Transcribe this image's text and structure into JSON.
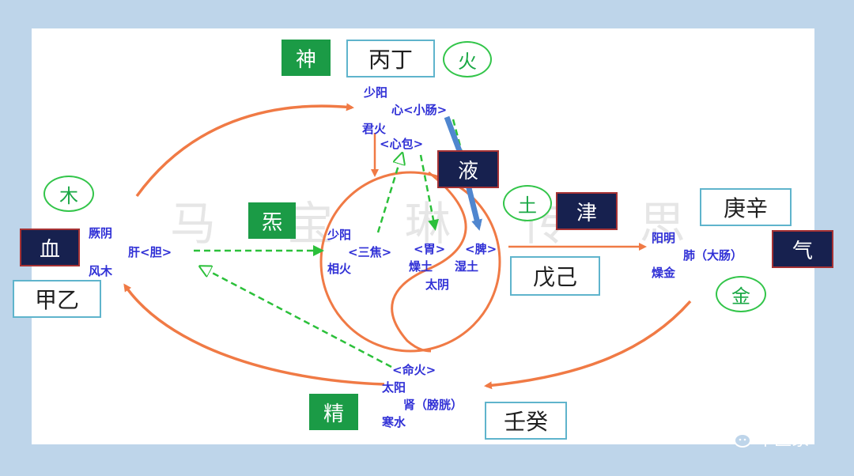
{
  "watermark": "马 宝 琳 传 思",
  "boxes": {
    "shen": "神",
    "bingding": "丙丁",
    "huo": "火",
    "mu": "木",
    "xue": "血",
    "jiayi": "甲乙",
    "qi_green": "炁",
    "ye": "液",
    "tu": "土",
    "jin_liquid": "津",
    "wuji": "戊己",
    "gengxin": "庚辛",
    "qi_navy": "气",
    "jin_metal": "金",
    "jing": "精",
    "rengui": "壬癸"
  },
  "labels": {
    "shaoyang_top": "少阳",
    "xin_xiaochang": "心<小肠>",
    "junhuo": "君火",
    "xinbao": "<心包>",
    "jueyin": "厥阴",
    "gan_dan": "肝<胆>",
    "fengmu": "风木",
    "shaoyang_mid": "少阳",
    "sanjiao": "<三焦>",
    "xianghuo": "相火",
    "wei": "<胃>",
    "pi": "<脾>",
    "zaotu": "燥土",
    "shitu": "湿土",
    "taiyin": "太阴",
    "yangming": "阳明",
    "fei_dachang": "肺（大肠）",
    "zaojin": "燥金",
    "minghuo": "<命火>",
    "taiyang": "太阳",
    "shen_pangguang": "肾（膀胱）",
    "hanshui": "寒水"
  },
  "colors": {
    "orange": "#f07a45",
    "green_dash": "#2bc03a",
    "blue_arrow": "#4f86cf"
  },
  "wechat": {
    "name": "中医家",
    "icon": "wechat-icon"
  }
}
